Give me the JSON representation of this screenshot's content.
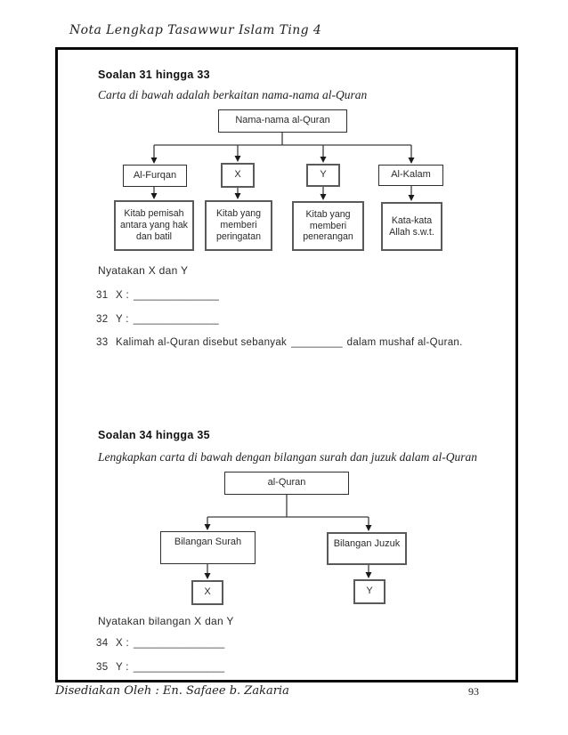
{
  "page": {
    "header": "Nota Lengkap Tasawwur Islam Ting 4",
    "footer_left": "Disediakan Oleh : En. Safaee b. Zakaria",
    "page_number": "93"
  },
  "section1": {
    "title": "Soalan 31 hingga 33",
    "instruction": "Carta di bawah adalah berkaitan nama-nama al-Quran",
    "chart": {
      "root": "Nama-nama al-Quran",
      "branches": [
        {
          "name": "Al-Furqan",
          "desc": "Kitab pemisah antara yang hak dan batil"
        },
        {
          "name": "X",
          "desc": "Kitab yang memberi peringatan"
        },
        {
          "name": "Y",
          "desc": "Kitab yang memberi penerangan"
        },
        {
          "name": "Al-Kalam",
          "desc": "Kata-kata Allah s.w.t."
        }
      ]
    },
    "prompt": "Nyatakan X dan Y",
    "questions": [
      {
        "no": "31",
        "label": "X :",
        "blank": "_______________"
      },
      {
        "no": "32",
        "label": "Y :",
        "blank": "_______________"
      },
      {
        "no": "33",
        "text_before": "Kalimah al-Quran disebut sebanyak",
        "blank": "_________",
        "text_after": "dalam mushaf al-Quran."
      }
    ]
  },
  "section2": {
    "title": "Soalan 34 hingga 35",
    "instruction": "Lengkapkan carta di bawah dengan bilangan surah dan juzuk dalam al-Quran",
    "chart": {
      "root": "al-Quran",
      "branches": [
        {
          "name": "Bilangan Surah",
          "value": "X"
        },
        {
          "name": "Bilangan Juzuk",
          "value": "Y"
        }
      ]
    },
    "prompt": "Nyatakan bilangan X dan Y",
    "questions": [
      {
        "no": "34",
        "label": "X :",
        "blank": "________________"
      },
      {
        "no": "35",
        "label": "Y :",
        "blank": "________________"
      }
    ]
  }
}
